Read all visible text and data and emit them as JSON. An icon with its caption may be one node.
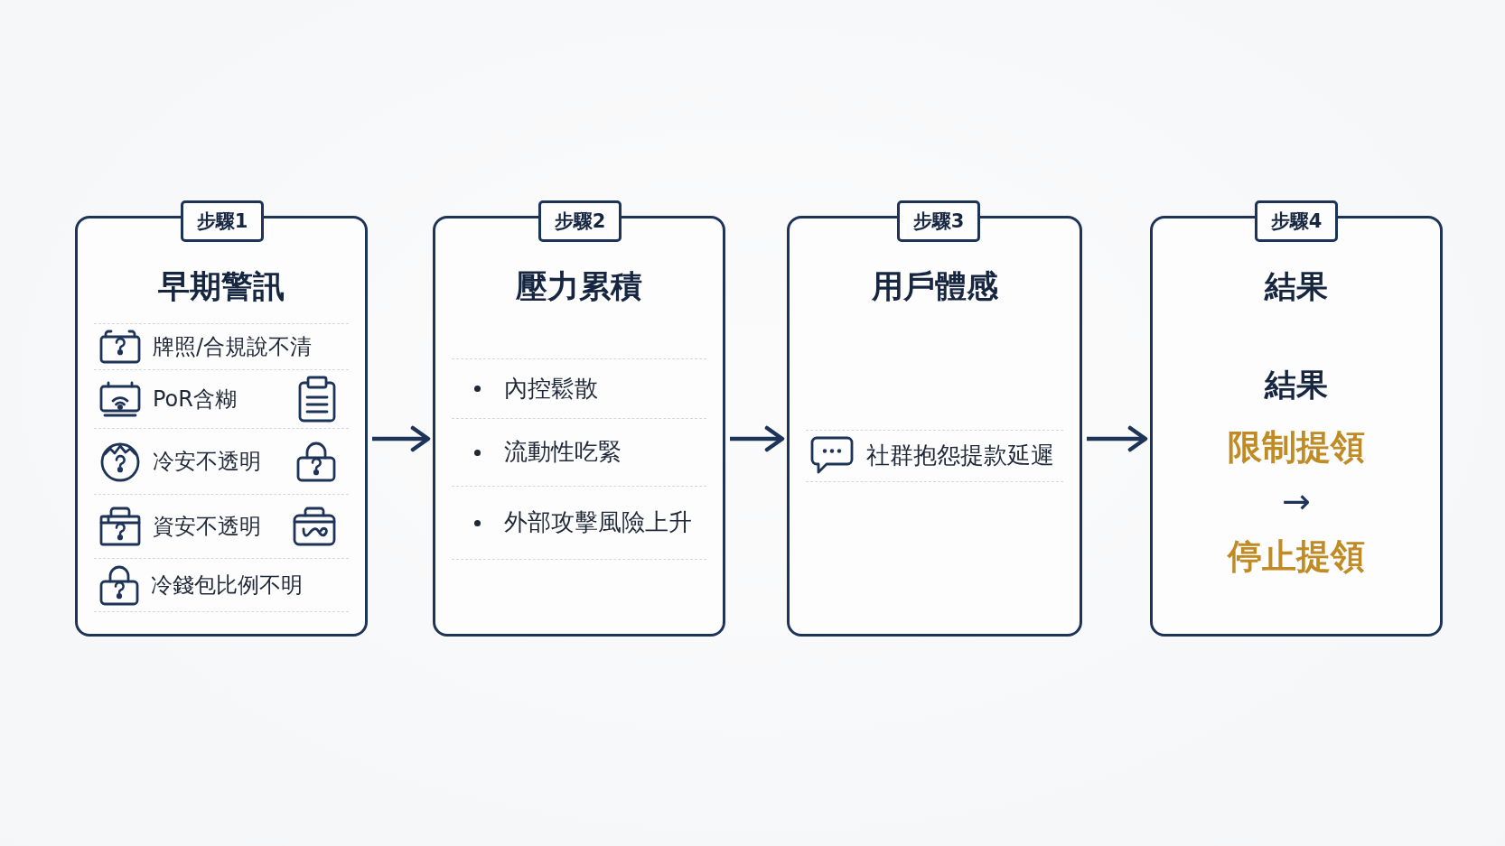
{
  "diagram": {
    "nodes": [
      {
        "text": [
          "步驟1"
        ]
      },
      {
        "text": [
          "早期警訊",
          "牌照/合規說不清",
          "PoR含糊",
          "冷安不透明",
          "資安不透明",
          "冷錢包比例不明"
        ]
      },
      {
        "text": [
          "步驟2"
        ]
      },
      {
        "text": [
          "壓力累積",
          "內控鬆散",
          "流動性吃緊",
          "外部攻擊風險上升"
        ]
      },
      {
        "text": [
          "步驟3"
        ]
      },
      {
        "text": [
          "用戶體感",
          "社群抱怨提款延遲"
        ]
      },
      {
        "text": [
          "步驟4"
        ]
      },
      {
        "text": [
          "結果",
          "結果",
          "限制提領",
          "→",
          "停止提領"
        ]
      }
    ],
    "edges": [
      {
        "from": 1,
        "to": 3,
        "arrow": "to"
      },
      {
        "from": 3,
        "to": 5,
        "arrow": "to"
      },
      {
        "from": 5,
        "to": 7,
        "arrow": "to"
      }
    ]
  }
}
